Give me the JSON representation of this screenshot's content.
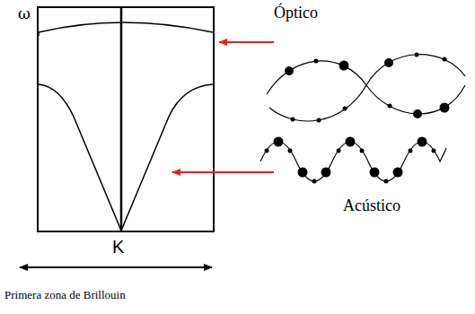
{
  "diagram": {
    "labels": [
      "Óptico",
      "ω",
      "K",
      "Acústico",
      "Primera zona de Brillouin"
    ]
  }
}
